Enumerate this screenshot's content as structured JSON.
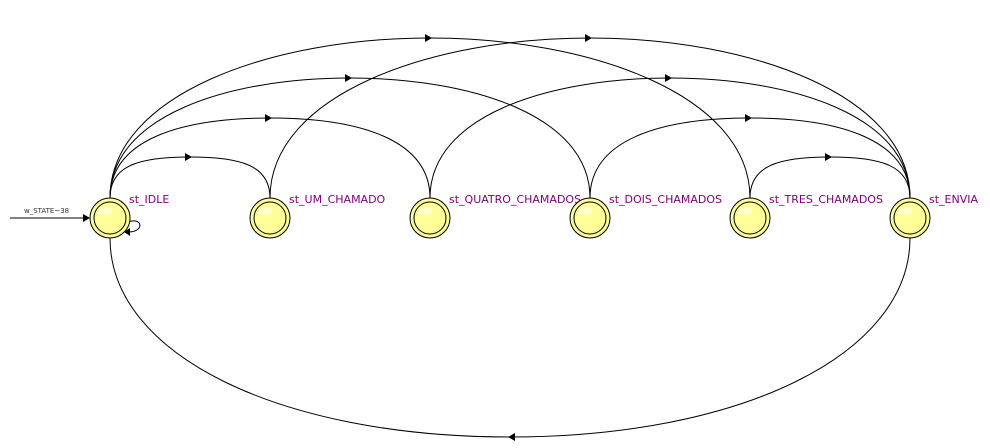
{
  "reset_transition": {
    "label": "w_STATE~38"
  },
  "states": [
    {
      "id": "idle",
      "label": "st_IDLE"
    },
    {
      "id": "um",
      "label": "st_UM_CHAMADO"
    },
    {
      "id": "quatro",
      "label": "st_QUATRO_CHAMADOS"
    },
    {
      "id": "dois",
      "label": "st_DOIS_CHAMADOS"
    },
    {
      "id": "tres",
      "label": "st_TRES_CHAMADOS"
    },
    {
      "id": "envia",
      "label": "st_ENVIA"
    }
  ],
  "transitions": [
    {
      "from": "idle",
      "to": "idle"
    },
    {
      "from": "idle",
      "to": "um"
    },
    {
      "from": "idle",
      "to": "quatro"
    },
    {
      "from": "idle",
      "to": "dois"
    },
    {
      "from": "idle",
      "to": "tres"
    },
    {
      "from": "um",
      "to": "envia"
    },
    {
      "from": "quatro",
      "to": "envia"
    },
    {
      "from": "dois",
      "to": "envia"
    },
    {
      "from": "tres",
      "to": "envia"
    },
    {
      "from": "envia",
      "to": "idle"
    }
  ],
  "colors": {
    "state_fill": "#ffff99",
    "state_label": "#800080",
    "edge": "#000000"
  }
}
